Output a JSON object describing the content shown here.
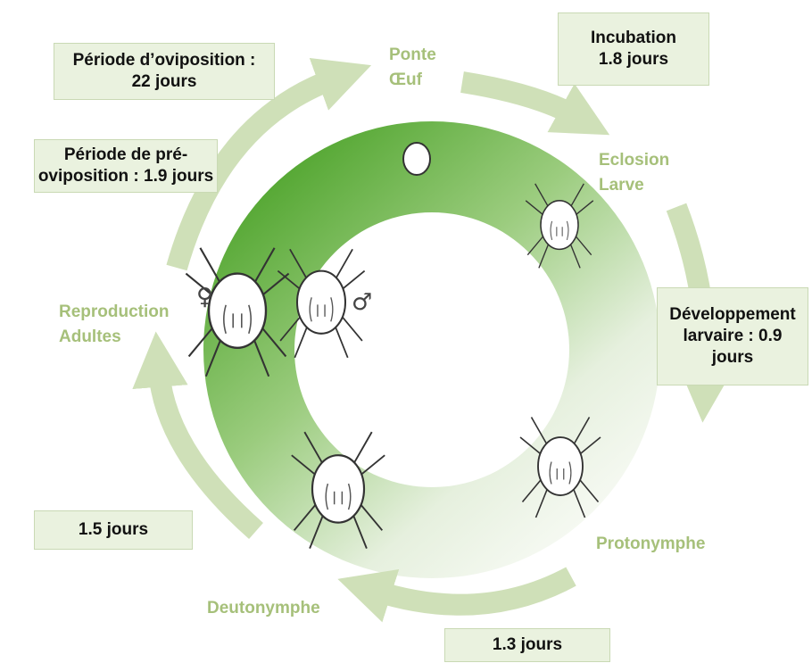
{
  "stages": {
    "ponte": [
      "Ponte",
      "Œuf"
    ],
    "eclosion": [
      "Eclosion",
      "Larve"
    ],
    "protonymphe": [
      "Protonymphe"
    ],
    "deutonymphe": [
      "Deutonymphe"
    ],
    "reproduction": [
      "Reproduction",
      "Adultes"
    ]
  },
  "durations": {
    "incubation": [
      "Incubation",
      "1.8  jours"
    ],
    "developpement": [
      "Développement",
      "larvaire :  0.9",
      "jours"
    ],
    "protonymphe": [
      "1.3 jours"
    ],
    "deutonymphe": [
      "1.5  jours"
    ],
    "preoviposition": [
      "Période de pré-",
      "oviposition : 1.9 jours"
    ],
    "oviposition": [
      "Période d’oviposition :",
      "22 jours"
    ]
  },
  "symbols": {
    "female": "♀",
    "male": "♂"
  },
  "icons": [
    "egg-icon",
    "larva-mite-icon",
    "protonymph-mite-icon",
    "deutonymph-mite-icon",
    "female-adult-mite-icon",
    "male-adult-mite-icon"
  ],
  "colors": {
    "ring_dark": "#55a832",
    "ring_light": "#e8f1e0",
    "arrow": "#cfe0b8",
    "stage_text": "#a6c07a",
    "box_fill": "#eaf2df"
  }
}
